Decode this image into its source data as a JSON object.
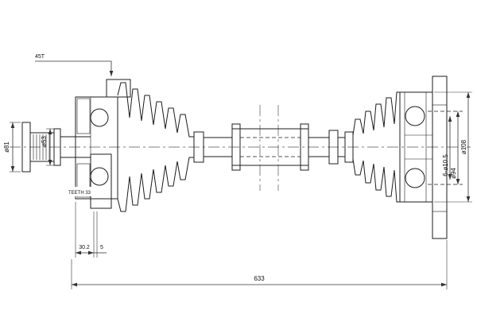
{
  "drawing": {
    "labels": {
      "tone_ring_teeth": "45T",
      "stub_flange_dia": "ø81",
      "seal_dia": "ø53",
      "spline_teeth": "TEETH 33",
      "spline_length": "30.2",
      "step": "5",
      "overall_length": "633",
      "bolt_holes": "6-ø10.5",
      "bolt_circle_dia": "ø94",
      "housing_dia": "ø108"
    },
    "colors": {
      "line": "#1c1c1c",
      "background": "#ffffff"
    }
  }
}
